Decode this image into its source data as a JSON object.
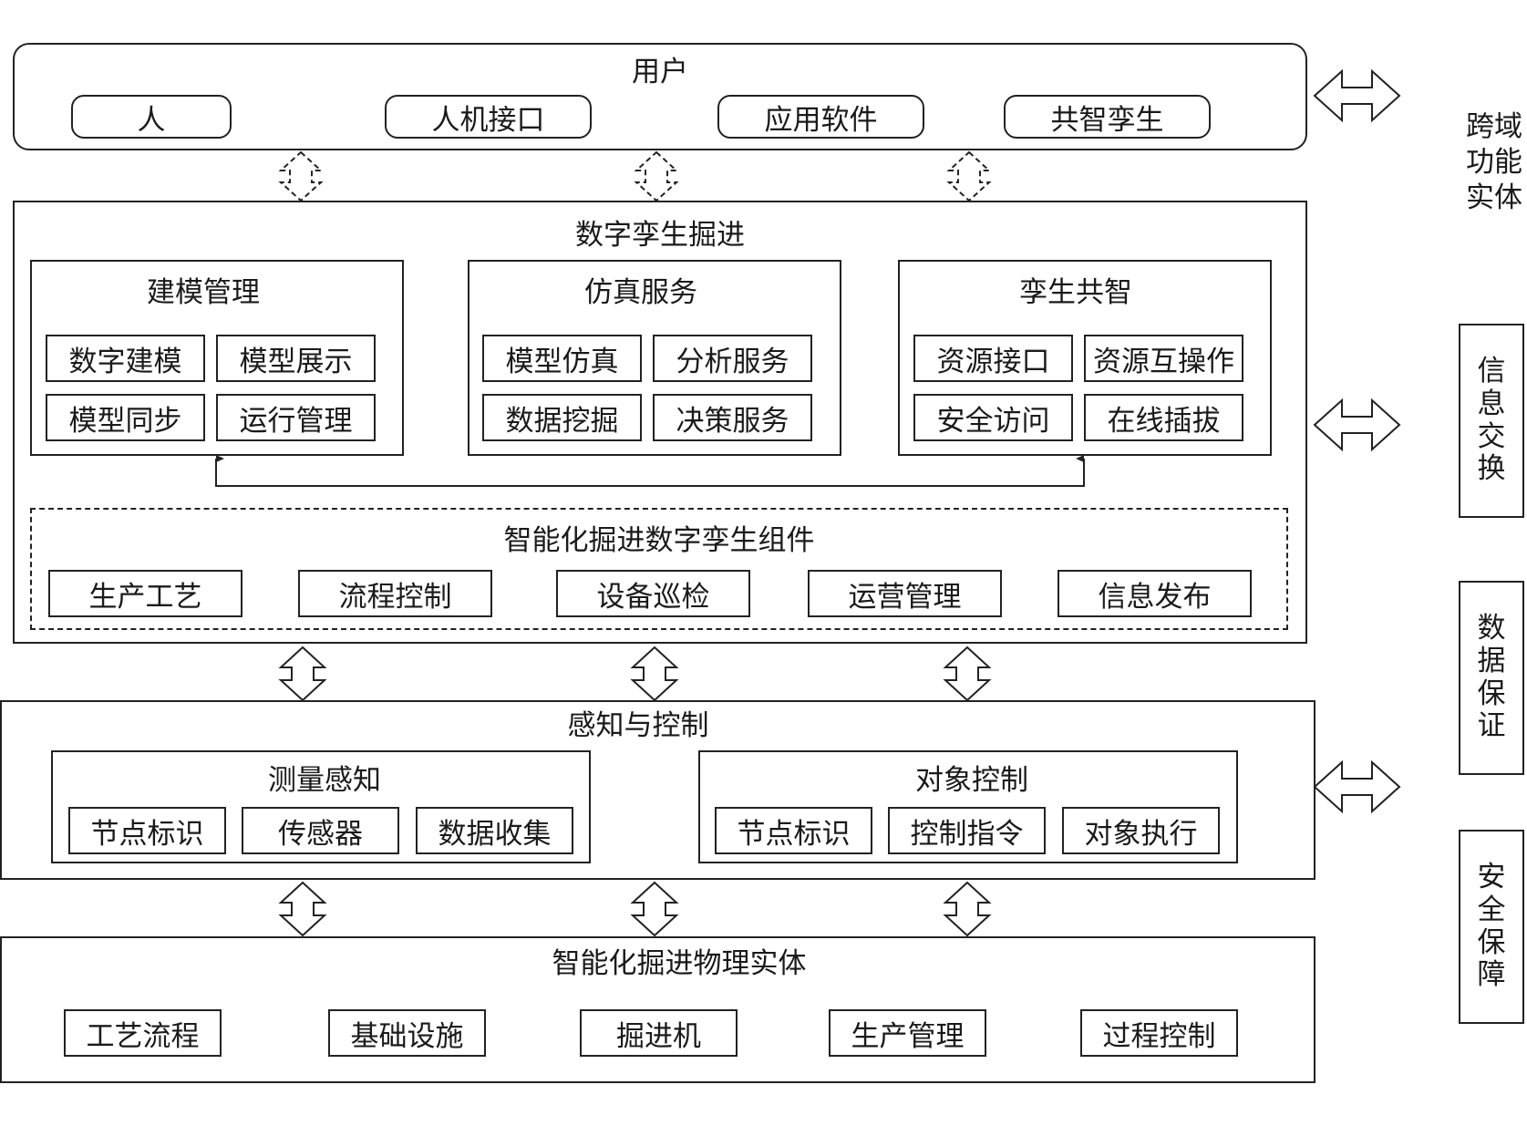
{
  "user_layer": {
    "title": "用户",
    "items": [
      "人",
      "人机接口",
      "应用软件",
      "共智孪生"
    ]
  },
  "twin_layer": {
    "title": "数字孪生掘进",
    "modeling": {
      "title": "建模管理",
      "items": [
        "数字建模",
        "模型展示",
        "模型同步",
        "运行管理"
      ]
    },
    "simulation": {
      "title": "仿真服务",
      "items": [
        "模型仿真",
        "分析服务",
        "数据挖掘",
        "决策服务"
      ]
    },
    "co_intel": {
      "title": "孪生共智",
      "items": [
        "资源接口",
        "资源互操作",
        "安全访问",
        "在线插拔"
      ]
    },
    "components": {
      "title": "智能化掘进数字孪生组件",
      "items": [
        "生产工艺",
        "流程控制",
        "设备巡检",
        "运营管理",
        "信息发布"
      ]
    }
  },
  "sense_layer": {
    "title": "感知与控制",
    "measure": {
      "title": "测量感知",
      "items": [
        "节点标识",
        "传感器",
        "数据收集"
      ]
    },
    "object": {
      "title": "对象控制",
      "items": [
        "节点标识",
        "控制指令",
        "对象执行"
      ]
    }
  },
  "physical_layer": {
    "title": "智能化掘进物理实体",
    "items": [
      "工艺流程",
      "基础设施",
      "掘进机",
      "生产管理",
      "过程控制"
    ]
  },
  "side": {
    "cross_domain": "跨域功能实体",
    "info_exchange": "信息交换",
    "data_guarantee": "数据保证",
    "security": "安全保障"
  }
}
